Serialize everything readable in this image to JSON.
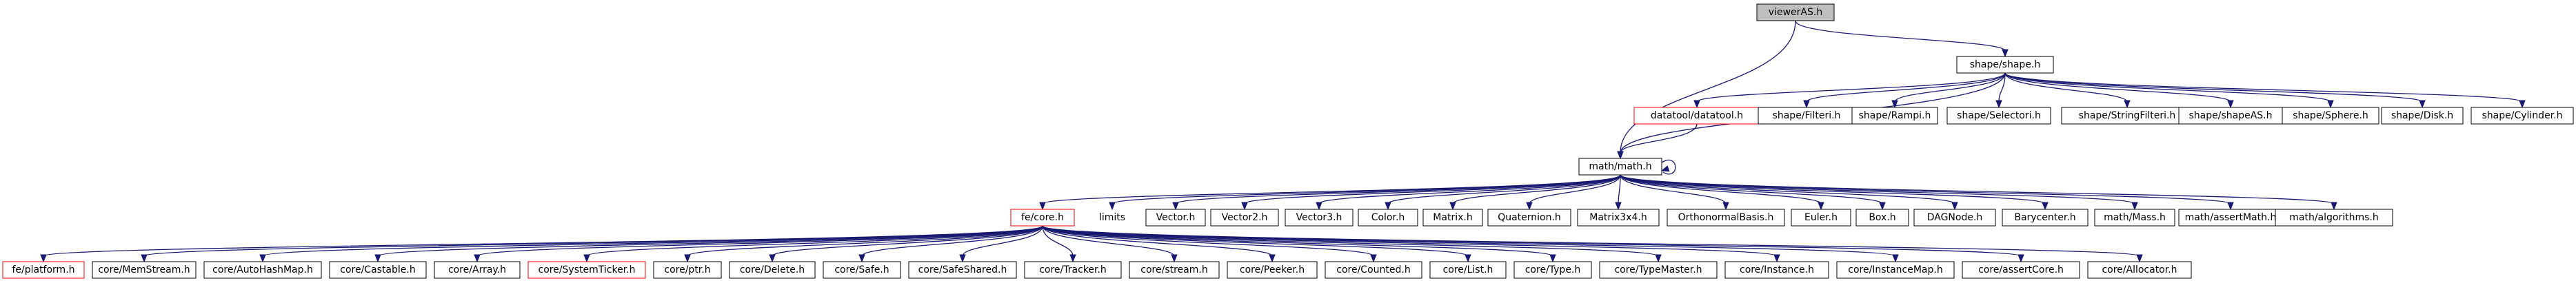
{
  "graph": {
    "colors": {
      "edge": "#191970",
      "node_border": "#000000",
      "missing_border": "#ff0000",
      "root_fill": "#bfbfbf",
      "node_fill": "#ffffff",
      "background": "#ffffff"
    },
    "nodes": [
      {
        "id": "viewerAS",
        "label": "viewerAS.h",
        "style": "root"
      },
      {
        "id": "shape",
        "label": "shape/shape.h",
        "style": "normal"
      },
      {
        "id": "datatool",
        "label": "datatool/datatool.h",
        "style": "missing"
      },
      {
        "id": "filteri",
        "label": "shape/Filteri.h",
        "style": "normal"
      },
      {
        "id": "rampi",
        "label": "shape/Rampi.h",
        "style": "normal"
      },
      {
        "id": "selectori",
        "label": "shape/Selectori.h",
        "style": "normal"
      },
      {
        "id": "stringfilteri",
        "label": "shape/StringFilteri.h",
        "style": "normal"
      },
      {
        "id": "shapeAS",
        "label": "shape/shapeAS.h",
        "style": "normal"
      },
      {
        "id": "sphere",
        "label": "shape/Sphere.h",
        "style": "normal"
      },
      {
        "id": "disk",
        "label": "shape/Disk.h",
        "style": "normal"
      },
      {
        "id": "cylinder",
        "label": "shape/Cylinder.h",
        "style": "normal"
      },
      {
        "id": "math",
        "label": "math/math.h",
        "style": "normal"
      },
      {
        "id": "fecore",
        "label": "fe/core.h",
        "style": "missing"
      },
      {
        "id": "limits",
        "label": "limits",
        "style": "plain"
      },
      {
        "id": "vector",
        "label": "Vector.h",
        "style": "normal"
      },
      {
        "id": "vector2",
        "label": "Vector2.h",
        "style": "normal"
      },
      {
        "id": "vector3",
        "label": "Vector3.h",
        "style": "normal"
      },
      {
        "id": "color",
        "label": "Color.h",
        "style": "normal"
      },
      {
        "id": "matrix",
        "label": "Matrix.h",
        "style": "normal"
      },
      {
        "id": "quaternion",
        "label": "Quaternion.h",
        "style": "normal"
      },
      {
        "id": "matrix3x4",
        "label": "Matrix3x4.h",
        "style": "normal"
      },
      {
        "id": "orthonormal",
        "label": "OrthonormalBasis.h",
        "style": "normal"
      },
      {
        "id": "euler",
        "label": "Euler.h",
        "style": "normal"
      },
      {
        "id": "box",
        "label": "Box.h",
        "style": "normal"
      },
      {
        "id": "dagnode",
        "label": "DAGNode.h",
        "style": "normal"
      },
      {
        "id": "barycenter",
        "label": "Barycenter.h",
        "style": "normal"
      },
      {
        "id": "mass",
        "label": "math/Mass.h",
        "style": "normal"
      },
      {
        "id": "assertmath",
        "label": "math/assertMath.h",
        "style": "normal"
      },
      {
        "id": "algorithms",
        "label": "math/algorithms.h",
        "style": "normal"
      },
      {
        "id": "platform",
        "label": "fe/platform.h",
        "style": "missing"
      },
      {
        "id": "memstream",
        "label": "core/MemStream.h",
        "style": "normal"
      },
      {
        "id": "autohashmap",
        "label": "core/AutoHashMap.h",
        "style": "normal"
      },
      {
        "id": "castable",
        "label": "core/Castable.h",
        "style": "normal"
      },
      {
        "id": "array",
        "label": "core/Array.h",
        "style": "normal"
      },
      {
        "id": "systemticker",
        "label": "core/SystemTicker.h",
        "style": "missing"
      },
      {
        "id": "ptr",
        "label": "core/ptr.h",
        "style": "normal"
      },
      {
        "id": "delete",
        "label": "core/Delete.h",
        "style": "normal"
      },
      {
        "id": "safe",
        "label": "core/Safe.h",
        "style": "normal"
      },
      {
        "id": "safeshared",
        "label": "core/SafeShared.h",
        "style": "normal"
      },
      {
        "id": "tracker",
        "label": "core/Tracker.h",
        "style": "normal"
      },
      {
        "id": "stream",
        "label": "core/stream.h",
        "style": "normal"
      },
      {
        "id": "peeker",
        "label": "core/Peeker.h",
        "style": "normal"
      },
      {
        "id": "counted",
        "label": "core/Counted.h",
        "style": "normal"
      },
      {
        "id": "list",
        "label": "core/List.h",
        "style": "normal"
      },
      {
        "id": "type",
        "label": "core/Type.h",
        "style": "normal"
      },
      {
        "id": "typemaster",
        "label": "core/TypeMaster.h",
        "style": "normal"
      },
      {
        "id": "instance",
        "label": "core/Instance.h",
        "style": "normal"
      },
      {
        "id": "instancemap",
        "label": "core/InstanceMap.h",
        "style": "normal"
      },
      {
        "id": "assertcore",
        "label": "core/assertCore.h",
        "style": "normal"
      },
      {
        "id": "allocator",
        "label": "core/Allocator.h",
        "style": "normal"
      }
    ],
    "edges": [
      [
        "viewerAS",
        "shape"
      ],
      [
        "viewerAS",
        "math"
      ],
      [
        "shape",
        "datatool"
      ],
      [
        "shape",
        "filteri"
      ],
      [
        "shape",
        "rampi"
      ],
      [
        "shape",
        "selectori"
      ],
      [
        "shape",
        "stringfilteri"
      ],
      [
        "shape",
        "shapeAS"
      ],
      [
        "shape",
        "sphere"
      ],
      [
        "shape",
        "disk"
      ],
      [
        "shape",
        "cylinder"
      ],
      [
        "shape",
        "math"
      ],
      [
        "datatool",
        "math"
      ],
      [
        "math",
        "math"
      ],
      [
        "math",
        "fecore"
      ],
      [
        "math",
        "limits"
      ],
      [
        "math",
        "vector"
      ],
      [
        "math",
        "vector2"
      ],
      [
        "math",
        "vector3"
      ],
      [
        "math",
        "color"
      ],
      [
        "math",
        "matrix"
      ],
      [
        "math",
        "quaternion"
      ],
      [
        "math",
        "matrix3x4"
      ],
      [
        "math",
        "orthonormal"
      ],
      [
        "math",
        "euler"
      ],
      [
        "math",
        "box"
      ],
      [
        "math",
        "dagnode"
      ],
      [
        "math",
        "barycenter"
      ],
      [
        "math",
        "mass"
      ],
      [
        "math",
        "assertmath"
      ],
      [
        "math",
        "algorithms"
      ],
      [
        "fecore",
        "platform"
      ],
      [
        "fecore",
        "memstream"
      ],
      [
        "fecore",
        "autohashmap"
      ],
      [
        "fecore",
        "castable"
      ],
      [
        "fecore",
        "array"
      ],
      [
        "fecore",
        "systemticker"
      ],
      [
        "fecore",
        "ptr"
      ],
      [
        "fecore",
        "delete"
      ],
      [
        "fecore",
        "safe"
      ],
      [
        "fecore",
        "safeshared"
      ],
      [
        "fecore",
        "tracker"
      ],
      [
        "fecore",
        "stream"
      ],
      [
        "fecore",
        "peeker"
      ],
      [
        "fecore",
        "counted"
      ],
      [
        "fecore",
        "list"
      ],
      [
        "fecore",
        "type"
      ],
      [
        "fecore",
        "typemaster"
      ],
      [
        "fecore",
        "instance"
      ],
      [
        "fecore",
        "instancemap"
      ],
      [
        "fecore",
        "assertcore"
      ],
      [
        "fecore",
        "allocator"
      ]
    ]
  }
}
